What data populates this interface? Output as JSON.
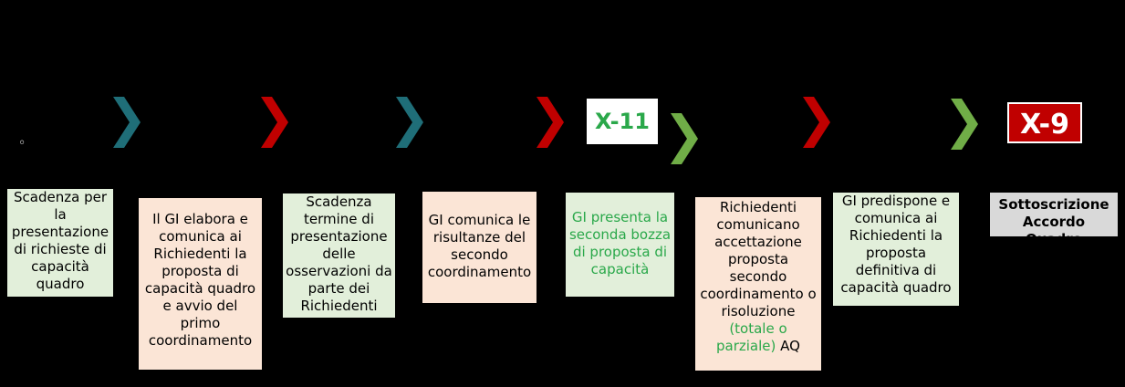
{
  "bullet": "◦",
  "badges": {
    "green": "X-11",
    "red": "X-9"
  },
  "colors": {
    "teal_chevron": "#1f6e78",
    "red_chevron": "#c00000",
    "green_chevron": "#70ad47"
  },
  "chevrons": [
    "teal",
    "red",
    "teal",
    "red",
    "green",
    "red",
    "green"
  ],
  "steps": {
    "s1": "Scadenza per la presentazione di richieste di capacità quadro",
    "s2": "Il GI elabora e comunica ai Richiedenti la proposta di capacità quadro e avvio del primo coordinamento",
    "s3": "Scadenza termine di presentazione delle osservazioni da parte dei Richiedenti",
    "s4": "GI comunica le risultanze del secondo coordinamento",
    "s5": "GI presenta la seconda bozza di proposta di capacità",
    "s6_a": "Richiedenti comunicano accettazione proposta secondo coordinamento o risoluzione",
    "s6_b": "(totale o parziale)",
    "s6_c": " AQ",
    "s7": "GI predispone e comunica ai Richiedenti la proposta definitiva di capacità quadro",
    "s8": "Sottoscrizione Accordo Quadro"
  }
}
